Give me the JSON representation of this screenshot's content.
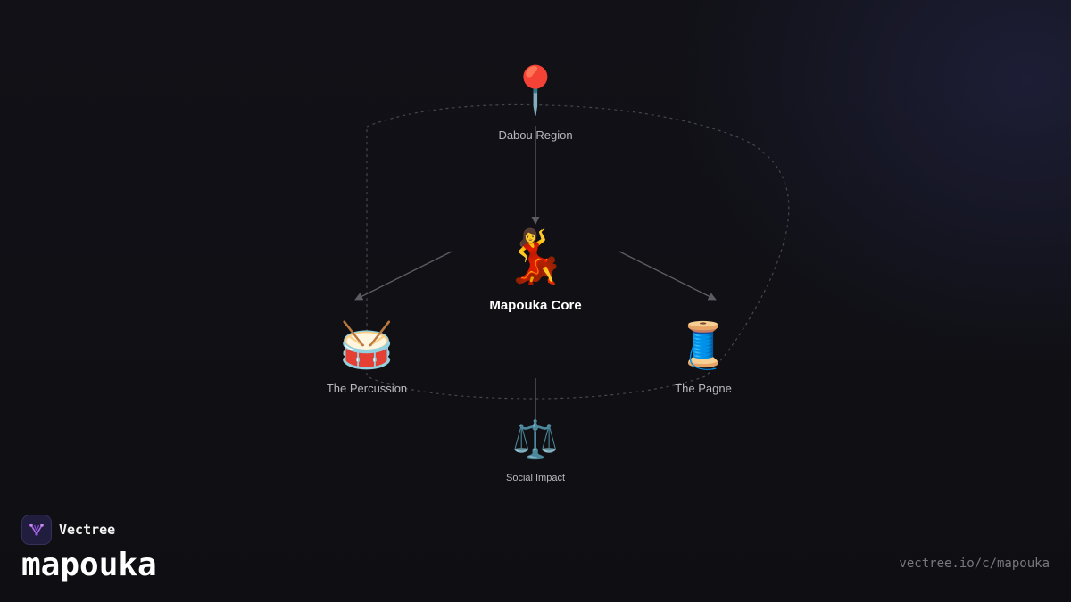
{
  "diagram": {
    "nodes": [
      {
        "id": "region",
        "emoji": "📍",
        "icon": "round-pushpin-icon",
        "label": "Dabou Region"
      },
      {
        "id": "core",
        "emoji": "💃",
        "icon": "dancer-icon",
        "label": "Mapouka Core"
      },
      {
        "id": "percussion",
        "emoji": "🥁",
        "icon": "drum-icon",
        "label": "The Percussion"
      },
      {
        "id": "pagne",
        "emoji": "🧵",
        "icon": "thread-spool-icon",
        "label": "The Pagne"
      },
      {
        "id": "impact",
        "emoji": "⚖️",
        "icon": "balance-scale-icon",
        "label": "Social Impact"
      }
    ],
    "edges": [
      {
        "from": "region",
        "to": "core"
      },
      {
        "from": "core",
        "to": "percussion"
      },
      {
        "from": "core",
        "to": "pagne"
      },
      {
        "from": "core",
        "to": "impact"
      }
    ]
  },
  "branding": {
    "company": "Vectree",
    "logo_icon": "vectree-logo-icon",
    "title": "mapouka",
    "url": "vectree.io/c/mapouka"
  },
  "colors": {
    "background": "#111116",
    "logo_accent": "#b06ae8",
    "connector": "#5a5a60"
  }
}
